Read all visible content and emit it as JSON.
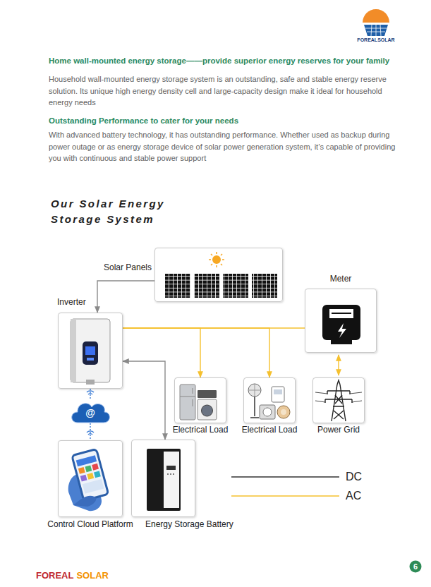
{
  "diagram": {
    "title": "Our Solar Energy Storage System",
    "nodes": [
      {
        "text": [
          "Solar Panels"
        ]
      },
      {
        "text": [
          "Meter"
        ]
      },
      {
        "text": [
          "Inverter"
        ]
      },
      {
        "text": [
          "Electrical Load"
        ]
      },
      {
        "text": [
          "Electrical Load"
        ]
      },
      {
        "text": [
          "Power Grid"
        ]
      },
      {
        "text": [
          "@"
        ]
      },
      {
        "text": [
          "Control Cloud Platform"
        ]
      },
      {
        "text": [
          "Energy Storage Battery"
        ]
      }
    ],
    "edges": [
      {
        "from": 0,
        "to": 2,
        "arrow": "to"
      },
      {
        "from": 2,
        "to": 1,
        "arrow": "none"
      },
      {
        "from": 2,
        "to": 3,
        "arrow": "to"
      },
      {
        "from": 2,
        "to": 4,
        "arrow": "to"
      },
      {
        "from": 1,
        "to": 5,
        "arrow": "both"
      },
      {
        "from": 2,
        "to": 8,
        "arrow": "both"
      },
      {
        "from": 2,
        "to": 6,
        "arrow": "none"
      },
      {
        "from": 6,
        "to": 7,
        "arrow": "none"
      }
    ],
    "labels": [
      "Home wall-mounted energy storage——provide superior energy reserves for your family",
      "Household wall-mounted energy storage system is an outstanding, safe and stable energy reserve solution. Its unique high energy density cell and large-capacity design make it ideal for household energy needs",
      "Outstanding Performance to cater for your needs",
      "With advanced battery technology, it has outstanding performance. Whether used as backup during power outage or as energy storage device of solar power generation system, it’s capable of providing you with continuous and stable power support",
      "FOREALSOLAR",
      "FOREAL",
      "SOLAR",
      "6"
    ],
    "legend": [
      {
        "text": "DC"
      },
      {
        "text": "AC"
      }
    ]
  }
}
